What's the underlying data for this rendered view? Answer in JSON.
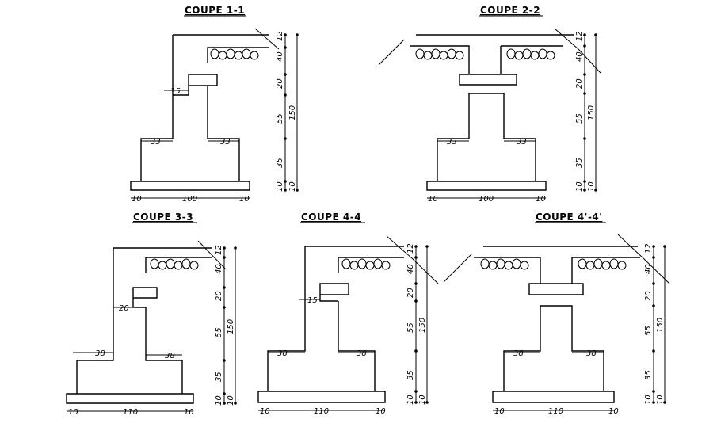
{
  "sections": [
    {
      "key": "s1",
      "title": "COUPE 1-1",
      "left_gusset": false,
      "right_gusset": true,
      "step_left_15": true,
      "dims": {
        "top": "12",
        "slab": "40",
        "flange": "20",
        "web": "55",
        "base": "35",
        "bot1": "10",
        "bot2": "10",
        "total": "150",
        "flange_w": "15",
        "ledge_left": "33",
        "ledge_right": "33",
        "bottom_left": "10",
        "bottom_mid": "100",
        "bottom_right": "10"
      }
    },
    {
      "key": "s2",
      "title": "COUPE 2-2",
      "left_gusset": true,
      "right_gusset": true,
      "dims": {
        "top": "12",
        "slab": "40",
        "flange": "20",
        "web": "55",
        "base": "35",
        "bot1": "10",
        "bot2": "10",
        "total": "150",
        "ledge_left": "33",
        "ledge_right": "33",
        "bottom_left": "10",
        "bottom_mid": "100",
        "bottom_right": "10"
      }
    },
    {
      "key": "s3",
      "title": "COUPE 3-3",
      "dims": {
        "top": "12",
        "slab": "40",
        "flange": "20",
        "web": "55",
        "base": "35",
        "bot1": "10",
        "bot2": "10",
        "total": "150",
        "flange_w": "20",
        "ledge_left": "38",
        "ledge_right": "38",
        "bottom_left": "10",
        "bottom_mid": "110",
        "bottom_right": "10"
      }
    },
    {
      "key": "s4",
      "title": "COUPE 4-4",
      "dims": {
        "top": "12",
        "slab": "40",
        "flange": "20",
        "web": "55",
        "base": "35",
        "bot1": "10",
        "bot2": "10",
        "total": "150",
        "flange_w": "15",
        "ledge_left": "38",
        "ledge_right": "38",
        "bottom_left": "10",
        "bottom_mid": "110",
        "bottom_right": "10"
      }
    },
    {
      "key": "s5",
      "title": "COUPE 4'-4'",
      "dims": {
        "top": "12",
        "slab": "40",
        "flange": "20",
        "web": "55",
        "base": "35",
        "bot1": "10",
        "bot2": "10",
        "total": "150",
        "ledge_left": "38",
        "ledge_right": "38",
        "bottom_left": "10",
        "bottom_mid": "110",
        "bottom_right": "10"
      }
    }
  ]
}
